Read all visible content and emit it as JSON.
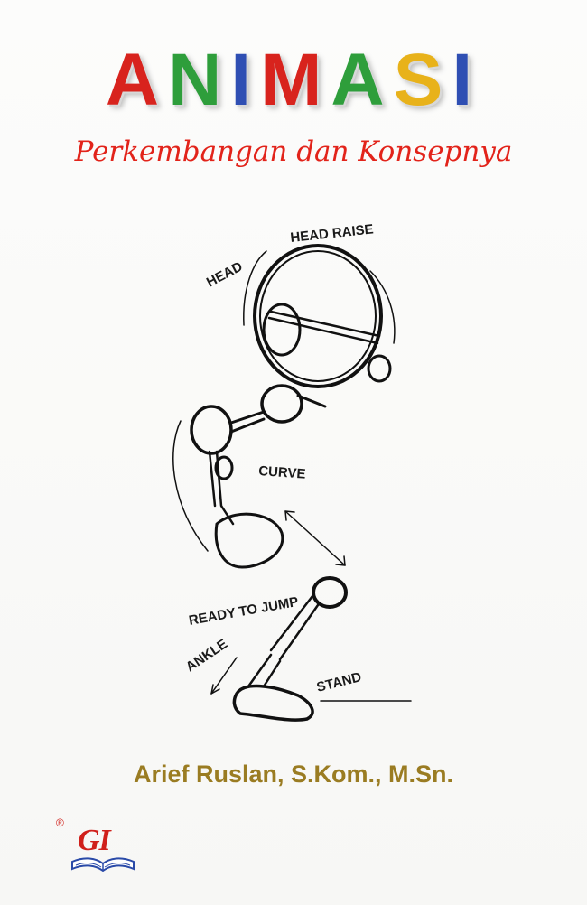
{
  "book": {
    "title_letters": [
      {
        "ch": "A",
        "color": "#d8231d"
      },
      {
        "ch": "N",
        "color": "#2e9e3b"
      },
      {
        "ch": "I",
        "color": "#2f4fb3"
      },
      {
        "ch": "M",
        "color": "#d8231d"
      },
      {
        "ch": "A",
        "color": "#2e9e3b"
      },
      {
        "ch": "S",
        "color": "#e8b21a"
      },
      {
        "ch": "I",
        "color": "#2f4fb3"
      }
    ],
    "subtitle": "Perkembangan dan Konsepnya",
    "author": "Arief Ruslan, S.Kom., M.Sn.",
    "publisher_logo": "GI",
    "publisher_registered_mark": "®"
  },
  "sketch_labels": {
    "head_raise": "HEAD RAISE",
    "head": "HEAD",
    "curve": "CURVE",
    "ready_to_jump": "READY TO JUMP",
    "ankle": "ANKLE",
    "stand": "STAND"
  },
  "colors": {
    "subtitle": "#e2231a",
    "author": "#9a7c22",
    "logo_red": "#d0201b",
    "logo_blue": "#2a4aa8"
  }
}
